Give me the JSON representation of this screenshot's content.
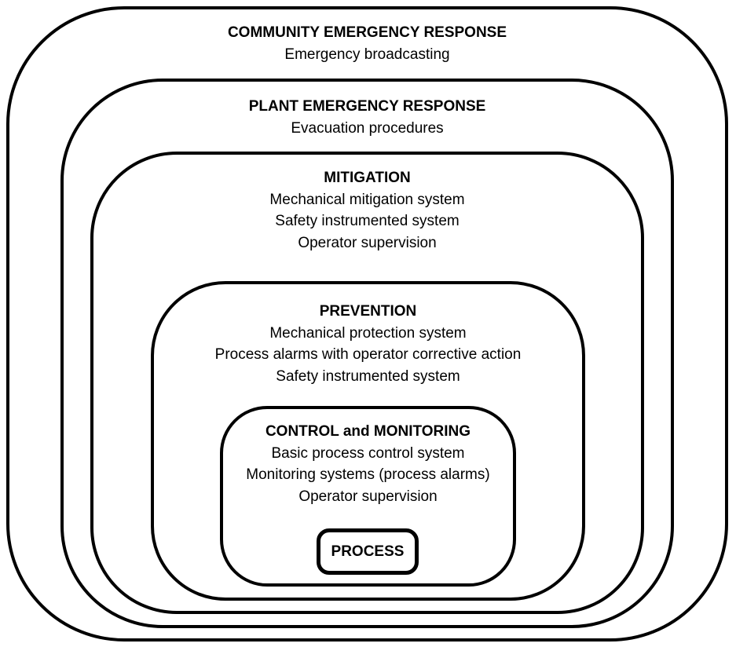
{
  "diagram": {
    "type": "nested-layers",
    "colors": {
      "border": "#000000",
      "background": "#ffffff",
      "text": "#000000"
    },
    "layers": [
      {
        "title": "COMMUNITY EMERGENCY RESPONSE",
        "items": [
          "Emergency broadcasting"
        ]
      },
      {
        "title": "PLANT EMERGENCY RESPONSE",
        "items": [
          "Evacuation procedures"
        ]
      },
      {
        "title": "MITIGATION",
        "items": [
          "Mechanical mitigation system",
          "Safety instrumented system",
          "Operator supervision"
        ]
      },
      {
        "title": "PREVENTION",
        "items": [
          "Mechanical protection system",
          "Process alarms with operator corrective action",
          "Safety instrumented system"
        ]
      },
      {
        "title": "CONTROL and MONITORING",
        "items": [
          "Basic process control system",
          "Monitoring systems (process alarms)",
          "Operator supervision"
        ]
      },
      {
        "title": "PROCESS",
        "items": []
      }
    ]
  }
}
